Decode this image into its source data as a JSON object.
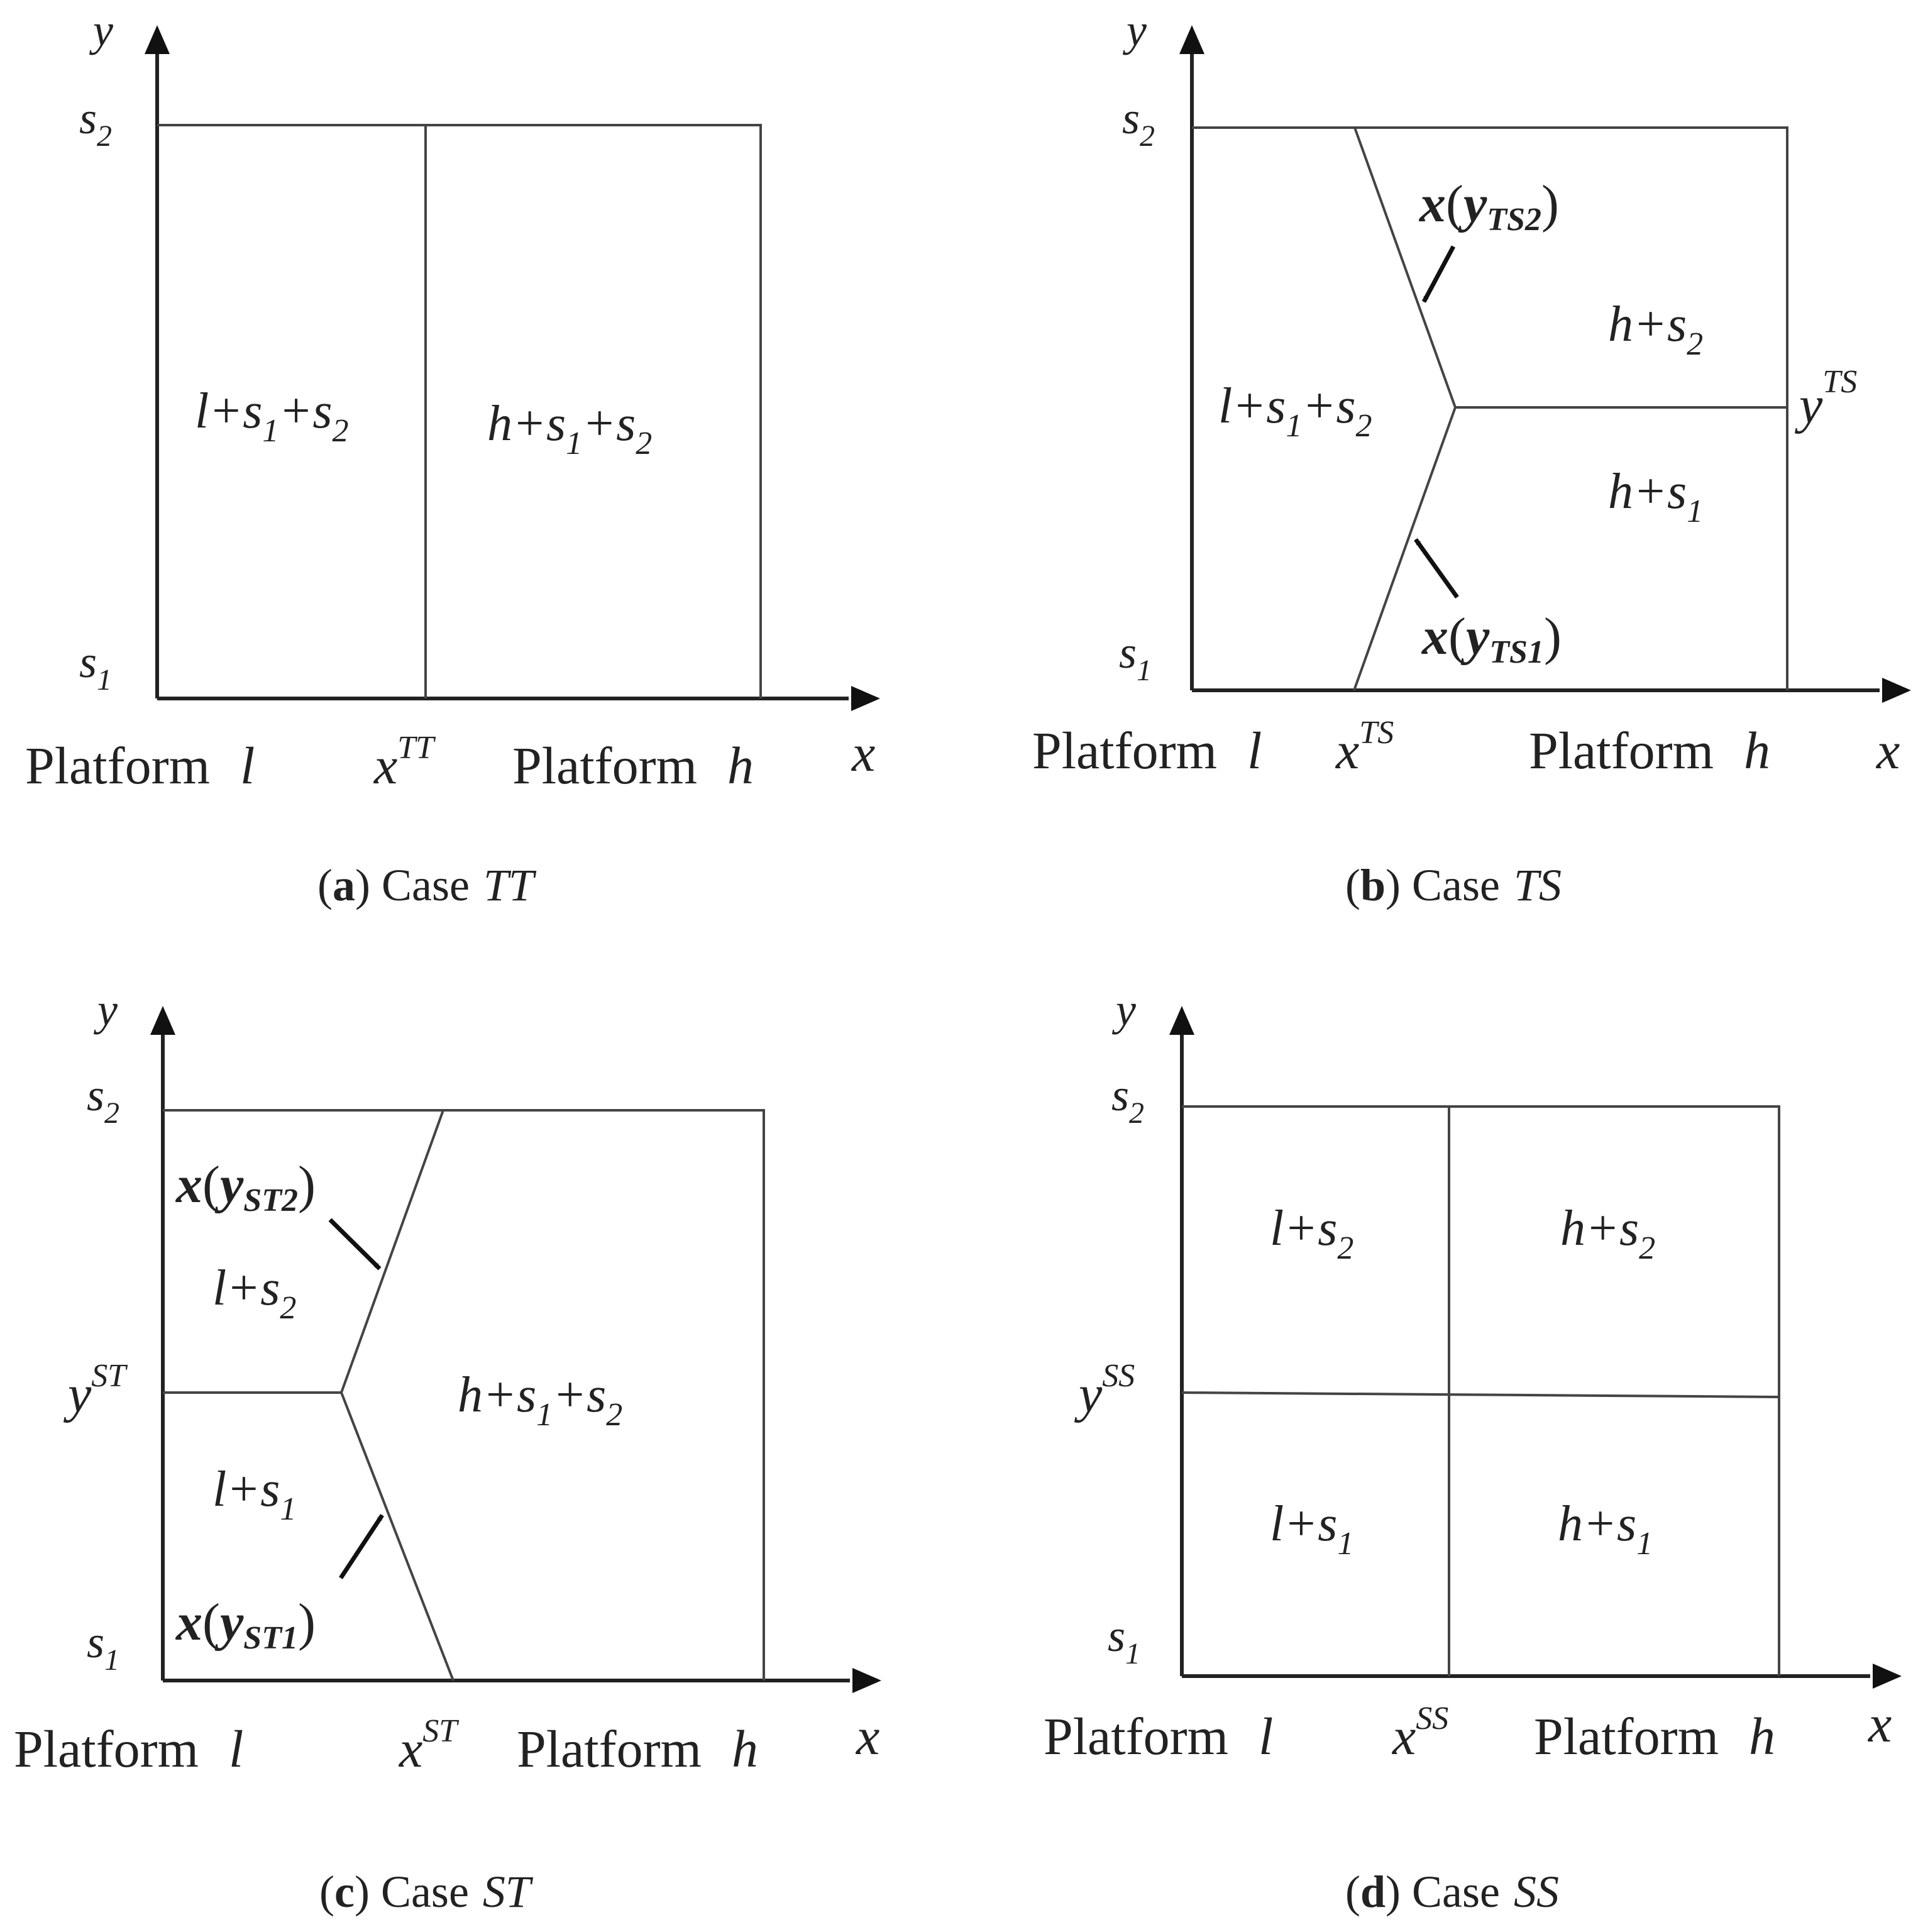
{
  "colors": {
    "ink": "#222222",
    "frame": "#444444",
    "background": "#ffffff"
  },
  "panels": [
    {
      "id": "a",
      "caption": {
        "letter": "a",
        "case_word": "Case",
        "case_name": "TT"
      },
      "axis": {
        "y_label": "y",
        "x_label": "x",
        "y_top": "s",
        "y_top_sub": "2",
        "y_bottom": "s",
        "y_bottom_sub": "1"
      },
      "platform_l": {
        "word": "Platform",
        "var": "l"
      },
      "platform_h": {
        "word": "Platform",
        "var": "h"
      },
      "x_threshold": {
        "base": "x",
        "sup": "TT"
      },
      "regions": [
        {
          "parts": [
            "l+s",
            "1",
            "+s",
            "2"
          ]
        },
        {
          "parts": [
            "h+s",
            "1",
            "+s",
            "2"
          ]
        }
      ]
    },
    {
      "id": "b",
      "caption": {
        "letter": "b",
        "case_word": "Case",
        "case_name": "TS"
      },
      "axis": {
        "y_label": "y",
        "x_label": "x",
        "y_top": "s",
        "y_top_sub": "2",
        "y_bottom": "s",
        "y_bottom_sub": "1"
      },
      "platform_l": {
        "word": "Platform",
        "var": "l"
      },
      "platform_h": {
        "word": "Platform",
        "var": "h"
      },
      "x_threshold": {
        "base": "x",
        "sup": "TS"
      },
      "y_threshold": {
        "base": "y",
        "sup": "TS"
      },
      "regions": [
        {
          "parts": [
            "l+s",
            "1",
            "+s",
            "2"
          ]
        },
        {
          "parts": [
            "h+s",
            "2"
          ]
        },
        {
          "parts": [
            "h+s",
            "1"
          ]
        }
      ],
      "curve_labels": [
        {
          "x": "x",
          "y": "y",
          "sub": "TS2"
        },
        {
          "x": "x",
          "y": "y",
          "sub": "TS1"
        }
      ]
    },
    {
      "id": "c",
      "caption": {
        "letter": "c",
        "case_word": "Case",
        "case_name": "ST"
      },
      "axis": {
        "y_label": "y",
        "x_label": "x",
        "y_top": "s",
        "y_top_sub": "2",
        "y_bottom": "s",
        "y_bottom_sub": "1"
      },
      "platform_l": {
        "word": "Platform",
        "var": "l"
      },
      "platform_h": {
        "word": "Platform",
        "var": "h"
      },
      "x_threshold": {
        "base": "x",
        "sup": "ST"
      },
      "y_threshold": {
        "base": "y",
        "sup": "ST"
      },
      "regions": [
        {
          "parts": [
            "l+s",
            "2"
          ]
        },
        {
          "parts": [
            "l+s",
            "1"
          ]
        },
        {
          "parts": [
            "h+s",
            "1",
            "+s",
            "2"
          ]
        }
      ],
      "curve_labels": [
        {
          "x": "x",
          "y": "y",
          "sub": "ST2"
        },
        {
          "x": "x",
          "y": "y",
          "sub": "ST1"
        }
      ]
    },
    {
      "id": "d",
      "caption": {
        "letter": "d",
        "case_word": "Case",
        "case_name": "SS"
      },
      "axis": {
        "y_label": "y",
        "x_label": "x",
        "y_top": "s",
        "y_top_sub": "2",
        "y_bottom": "s",
        "y_bottom_sub": "1"
      },
      "platform_l": {
        "word": "Platform",
        "var": "l"
      },
      "platform_h": {
        "word": "Platform",
        "var": "h"
      },
      "x_threshold": {
        "base": "x",
        "sup": "SS"
      },
      "y_threshold": {
        "base": "y",
        "sup": "SS"
      },
      "regions": [
        {
          "parts": [
            "l+s",
            "2"
          ]
        },
        {
          "parts": [
            "h+s",
            "2"
          ]
        },
        {
          "parts": [
            "l+s",
            "1"
          ]
        },
        {
          "parts": [
            "h+s",
            "1"
          ]
        }
      ]
    }
  ]
}
